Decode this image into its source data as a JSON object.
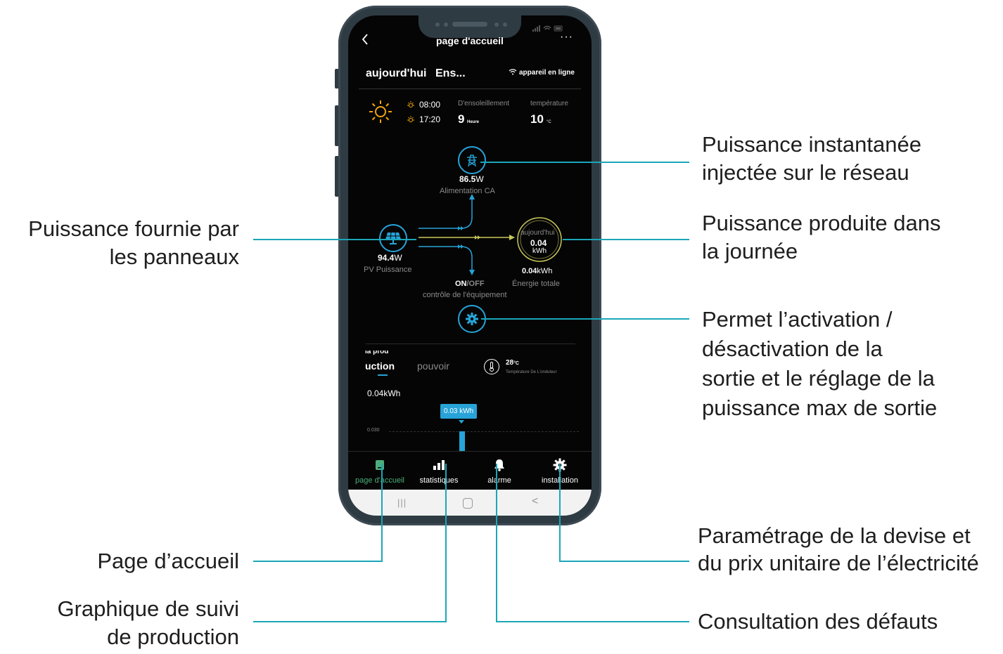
{
  "header": {
    "back_icon": "chevron-left-icon",
    "title": "page d'accueil",
    "more_icon": "more-icon"
  },
  "summary": {
    "today_label": "aujourd'hui",
    "status_title": "Ens...",
    "online_label": "appareil en ligne"
  },
  "weather": {
    "sunrise": "08:00",
    "sunset": "17:20",
    "sunshine_label": "D'ensoleillement",
    "sunshine_value": "9",
    "sunshine_unit": "Heure",
    "temperature_label": "température",
    "temperature_value": "10",
    "temperature_unit": "°C"
  },
  "flow": {
    "grid_value": "86.5",
    "grid_unit": "W",
    "grid_label": "Alimentation CA",
    "pv_value": "94.4",
    "pv_unit": "W",
    "pv_label": "PV Puissance",
    "today_ring_label": "aujourd'hui",
    "today_ring_value": "0.04",
    "today_ring_unit": "kWh",
    "total_value": "0.04",
    "total_unit": "kWh",
    "total_label": "Énergie totale",
    "on_label": "ON",
    "off_label": "/OFF",
    "control_label": "contrôle de l'équipement"
  },
  "tabs": {
    "production_top": "la prod",
    "production": "uction",
    "power": "pouvoir",
    "inverter_temp_value": "28",
    "inverter_temp_unit": "°C",
    "inverter_temp_label": "Température De L'onduleur"
  },
  "chart": {
    "ylabel_value": "0.04kWh",
    "tick_label": "0.030",
    "tooltip": "0.03 kWh"
  },
  "chart_data": {
    "type": "bar",
    "values": [
      0.03
    ],
    "ylabel": "0.04kWh"
  },
  "nav": {
    "items": [
      {
        "label": "page d'accueil",
        "icon": "home-icon",
        "active": true
      },
      {
        "label": "statistiques",
        "icon": "bar-chart-icon"
      },
      {
        "label": "alarme",
        "icon": "bell-icon"
      },
      {
        "label": "installation",
        "icon": "gear-icon"
      }
    ]
  },
  "system_nav": {
    "recent": "|||",
    "home": "home-circle-icon",
    "back": "<"
  },
  "callouts": {
    "grid_l1": "Puissance instantanée",
    "grid_l2": "injectée sur le réseau",
    "daily_l1": "Puissance produite dans",
    "daily_l2": "la journée",
    "panels_l1": "Puissance fournie par",
    "panels_l2": "les panneaux",
    "control_l1": "Permet l’activation /",
    "control_l2": "désactivation de la",
    "control_l3": "sortie et le réglage de la",
    "control_l4": "puissance max de sortie",
    "currency_l1": "Paramétrage de la devise et",
    "currency_l2": "du prix unitaire de l’électricité",
    "home_l1": "Page d’accueil",
    "graph_l1": "Graphique de suivi",
    "graph_l2": "de production",
    "faults_l1": "Consultation des défauts"
  },
  "colors": {
    "accent_blue": "#27a3d8",
    "line_cyan": "#1aa7b8",
    "sun_orange": "#f0a30a",
    "active_green": "#4caf7a",
    "ring_yellow": "#c9c85a"
  }
}
